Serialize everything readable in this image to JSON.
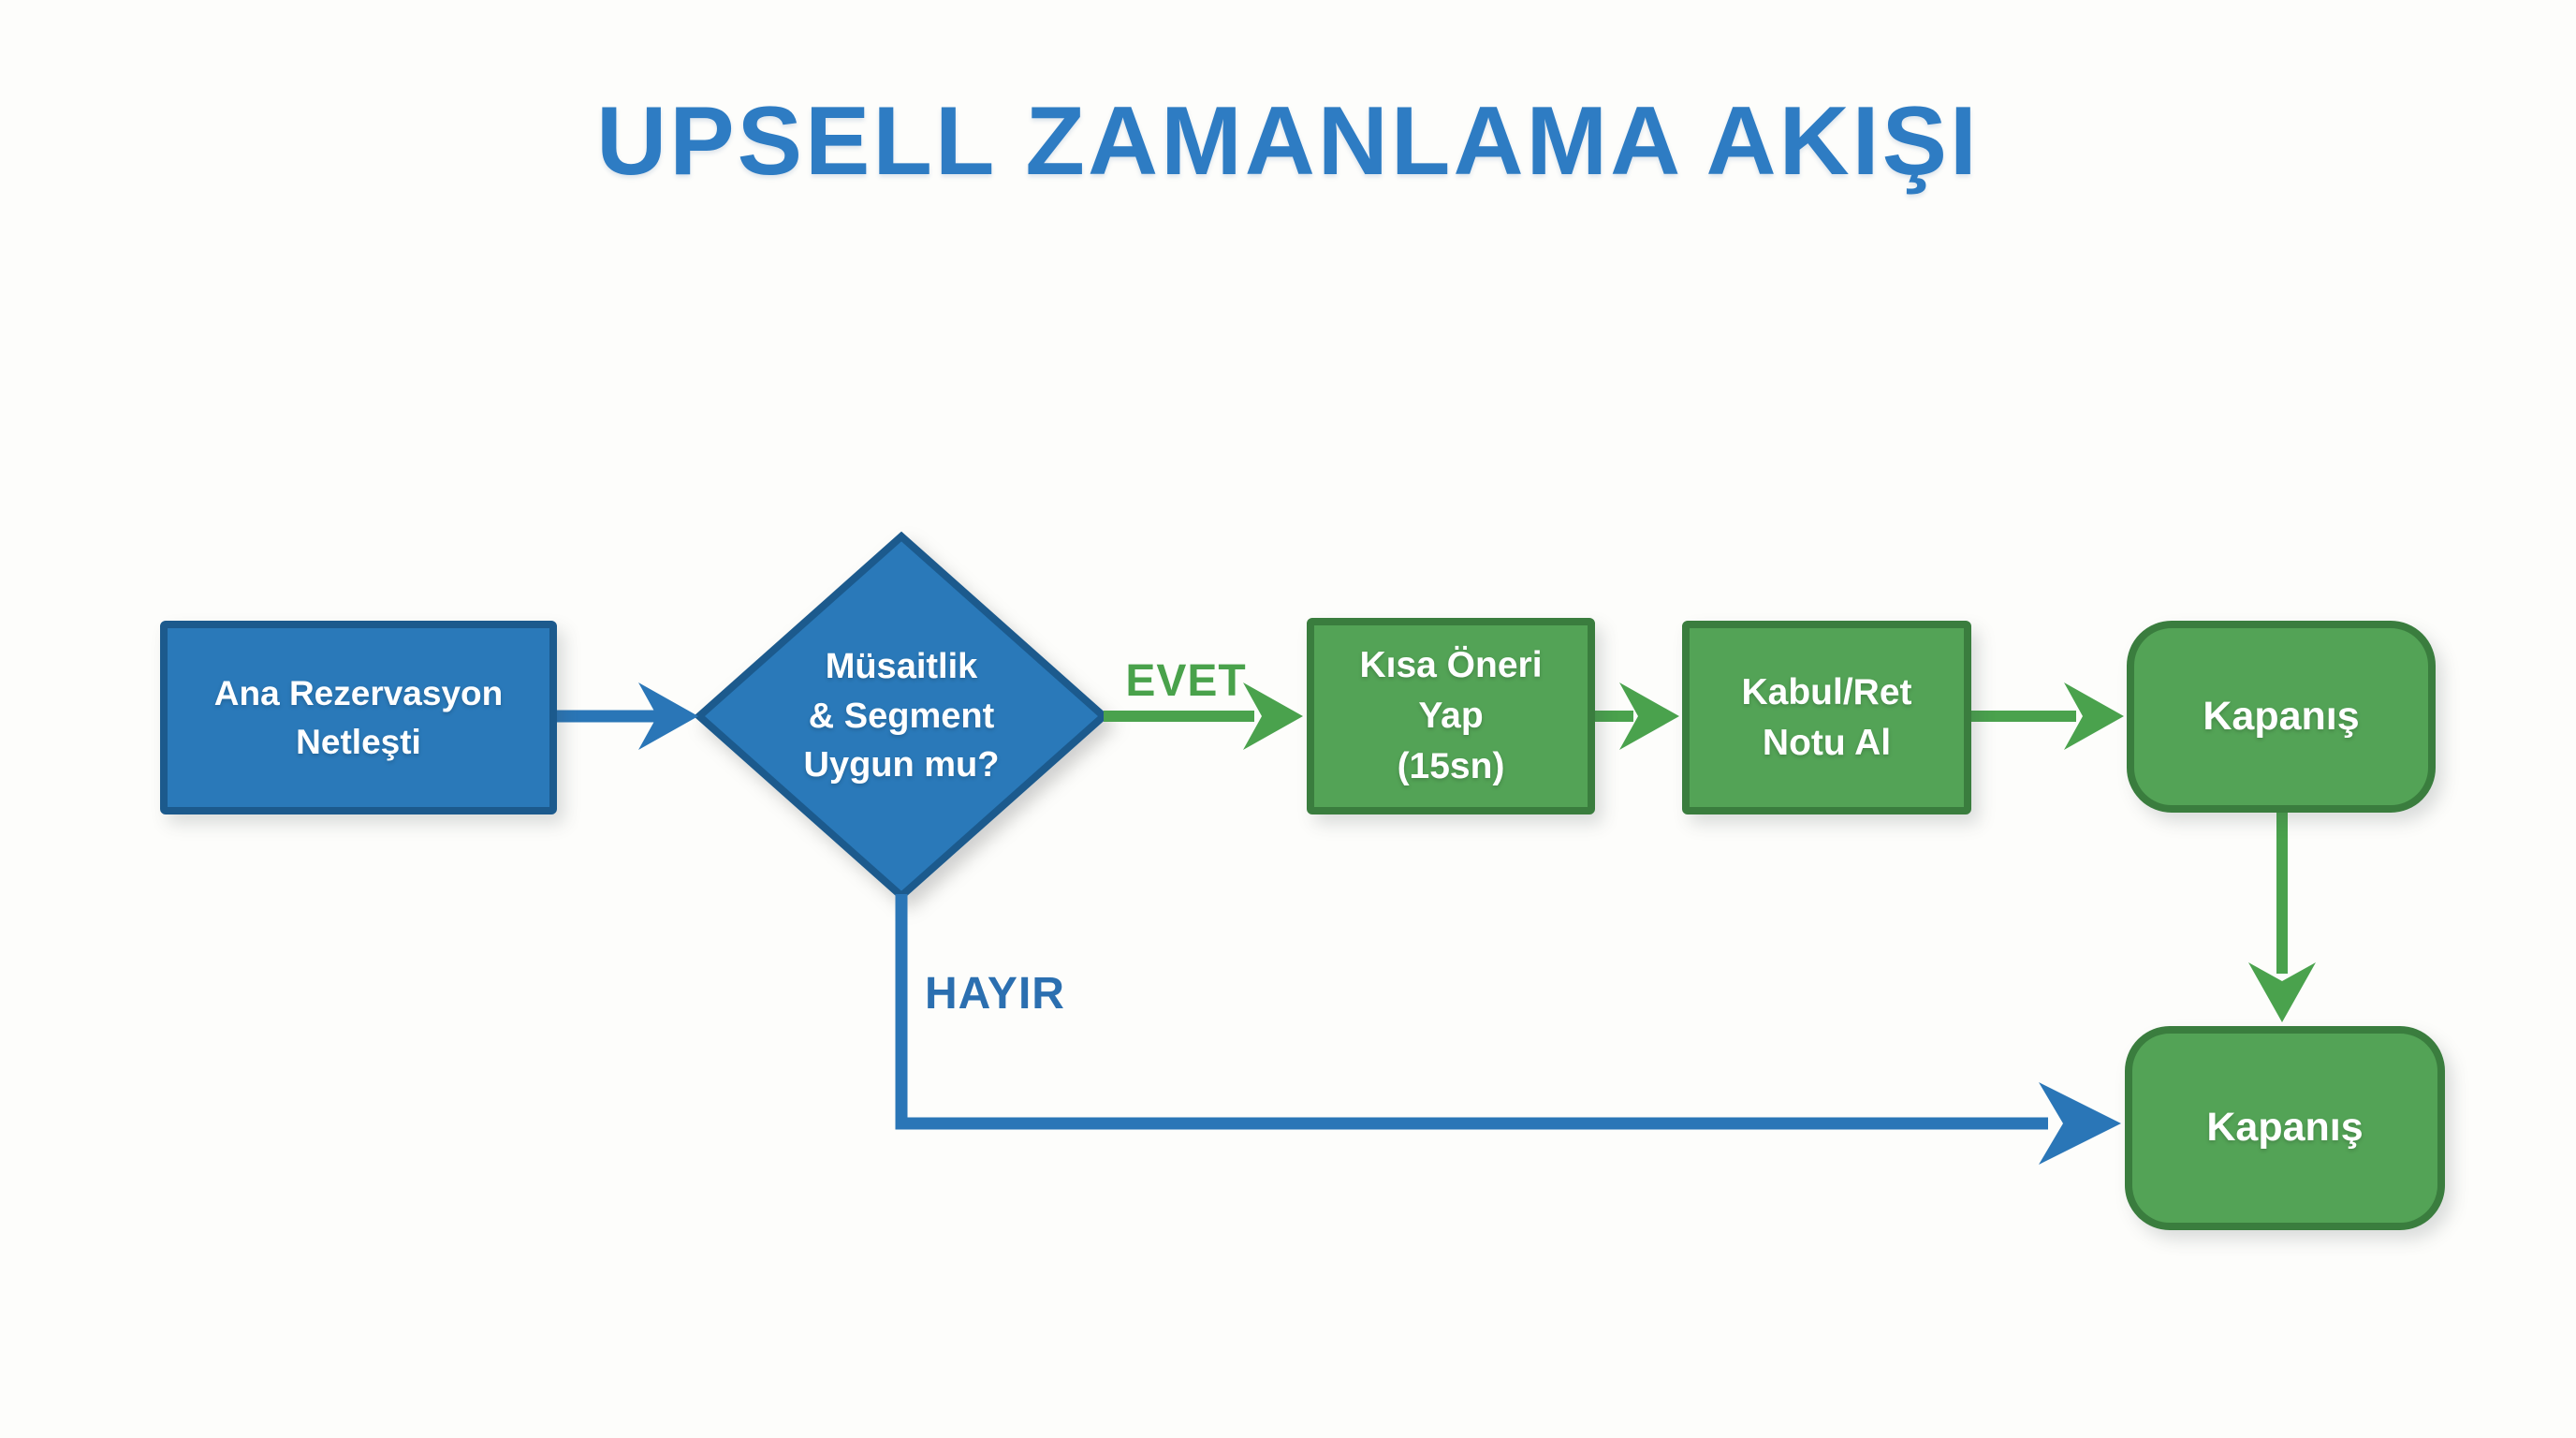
{
  "title": "UPSELL ZAMANLAMA AKIŞI",
  "nodes": {
    "start": {
      "shape": "rectangle",
      "color": "blue",
      "lines": [
        "Ana Rezervasyon",
        "Netleşti"
      ]
    },
    "decision": {
      "shape": "diamond",
      "color": "blue",
      "lines": [
        "Müsaitlik",
        "& Segment",
        "Uygun mu?"
      ]
    },
    "offer": {
      "shape": "rectangle",
      "color": "green",
      "lines": [
        "Kısa Öneri",
        "Yap",
        "(15sn)"
      ]
    },
    "note": {
      "shape": "rectangle",
      "color": "green",
      "lines": [
        "Kabul/Ret",
        "Notu Al"
      ]
    },
    "close_top": {
      "shape": "rounded",
      "color": "green",
      "lines": [
        "Kapanış"
      ]
    },
    "close_bottom": {
      "shape": "rounded",
      "color": "green",
      "lines": [
        "Kapanış"
      ]
    }
  },
  "edges": {
    "yes": {
      "label": "EVET",
      "from": "decision",
      "to": "offer"
    },
    "no": {
      "label": "HAYIR",
      "from": "decision",
      "to": "close_bottom"
    }
  },
  "colors": {
    "background": "#fdfdfb",
    "title": "#2e7cc3",
    "blue_fill": "#2a79b9",
    "blue_border": "#1c5a8d",
    "green_fill": "#53a356",
    "green_border": "#3a7d3e",
    "arrow_blue": "#2a76b7",
    "arrow_green": "#4aa24d",
    "yes_label": "#49a24b",
    "no_label": "#2b6fb0"
  }
}
